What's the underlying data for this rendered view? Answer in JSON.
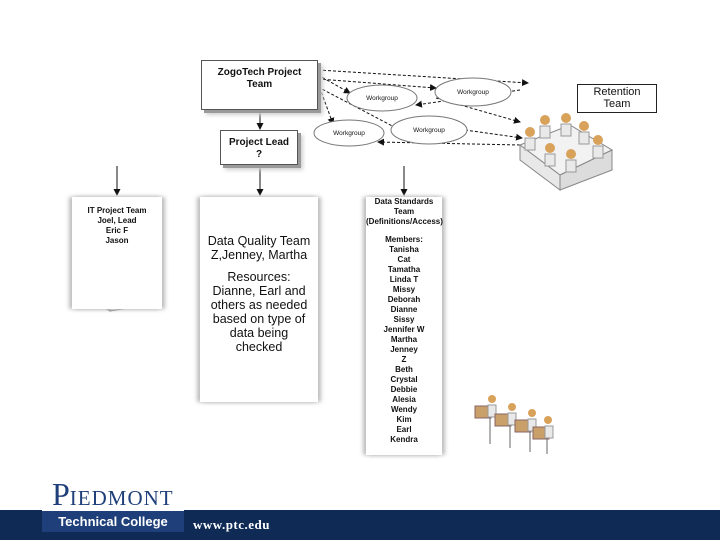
{
  "project_team": {
    "line1": "ZogoTech Project",
    "line2": "Team"
  },
  "retention_team": {
    "line1": "Retention",
    "line2": "Team"
  },
  "workgroups": [
    "Workgroup",
    "Workgroup",
    "Workgroup",
    "Workgroup"
  ],
  "project_lead": {
    "line1": "Project Lead",
    "line2": "?"
  },
  "it_team": {
    "title": "IT Project Team",
    "members": [
      "Joel, Lead",
      "Eric F",
      "Jason"
    ]
  },
  "data_quality_team": {
    "title_line1": "Data Quality Team",
    "title_line2": "Z,Jenney, Martha",
    "resources": [
      "Resources:",
      "Dianne, Earl and",
      "others as needed",
      "based on type of",
      "data being",
      "checked"
    ]
  },
  "data_standards_team": {
    "title_line1": "Data Standards Team",
    "title_line2": "(Definitions/Access)",
    "members_label": "Members:",
    "members": [
      "Tanisha",
      "Cat",
      "Tamatha",
      "Linda T",
      "Missy",
      "Deborah",
      "Dianne",
      "Sissy",
      "Jennifer W",
      "Martha",
      "Jenney",
      "Z",
      "Beth",
      "Crystal",
      "Debbie",
      "Alesia",
      "Wendy",
      "Kim",
      "Earl",
      "Kendra"
    ]
  },
  "footer": {
    "logo_line1_initial": "P",
    "logo_line1_rest": "IEDMONT",
    "logo_line2": "Technical College",
    "url": "www.ptc.edu"
  },
  "colors": {
    "footer_bg": "#0e2a55",
    "logo_blue": "#1f3f7a"
  }
}
